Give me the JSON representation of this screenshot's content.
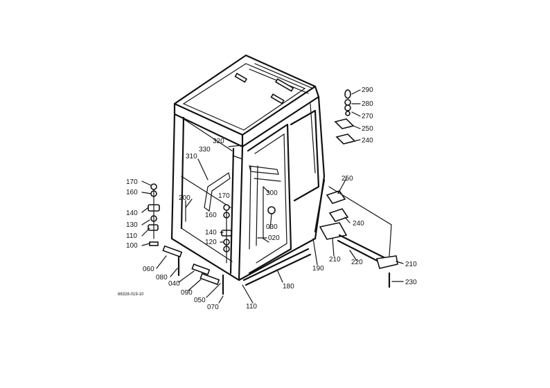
{
  "diagram": {
    "drawing_code": "66328-019-10",
    "part_numbers": [
      "290",
      "280",
      "270",
      "250",
      "240",
      "320",
      "330",
      "310",
      "300",
      "170",
      "160",
      "140",
      "130",
      "110",
      "100",
      "200",
      "170",
      "160",
      "140",
      "120",
      "030",
      "020",
      "250",
      "240",
      "210",
      "220",
      "210",
      "230",
      "060",
      "080",
      "040",
      "090",
      "050",
      "070",
      "110",
      "180",
      "190"
    ]
  }
}
